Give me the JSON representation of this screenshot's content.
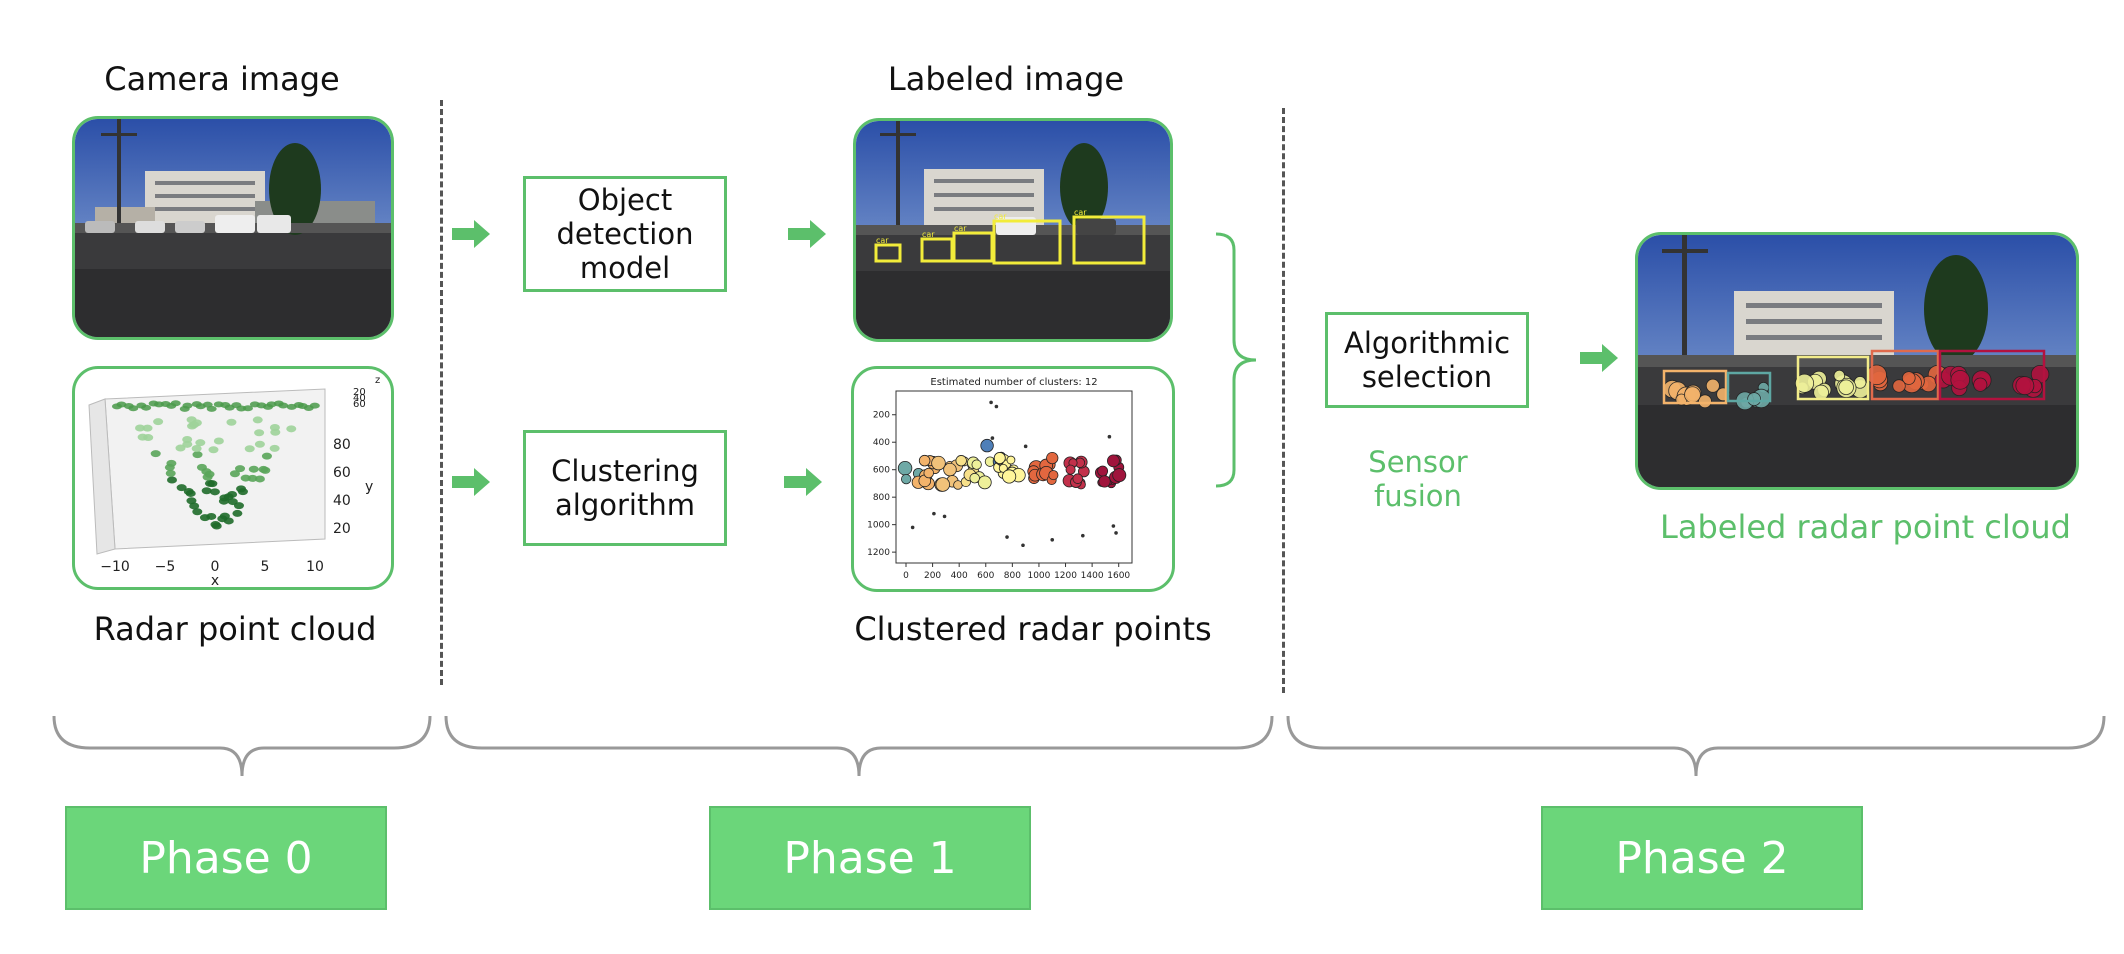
{
  "captions": {
    "camera_image": "Camera image",
    "labeled_image": "Labeled image",
    "radar_point_cloud": "Radar point cloud",
    "clustered_radar_points": "Clustered radar points",
    "labeled_radar_point_cloud": "Labeled radar point cloud",
    "sensor_fusion": "Sensor\nfusion"
  },
  "boxes": {
    "object_detection": "Object\ndetection\nmodel",
    "clustering": "Clustering\nalgorithm",
    "algorithmic_selection": "Algorithmic\nselection"
  },
  "phases": [
    "Phase 0",
    "Phase 1",
    "Phase 2"
  ],
  "radar3d": {
    "x_ticks": [
      "−10",
      "−5",
      "0",
      "5",
      "10"
    ],
    "x_label": "x",
    "y_ticks": [
      "20",
      "40",
      "60",
      "80"
    ],
    "y_label": "y",
    "z_ticks": [
      "20",
      "40",
      "60"
    ],
    "z_label": "z"
  },
  "cluster_plot": {
    "title": "Estimated number of clusters: 12",
    "x_ticks": [
      "0",
      "200",
      "400",
      "600",
      "800",
      "1000",
      "1200",
      "1400",
      "1600"
    ],
    "y_ticks": [
      "200",
      "400",
      "600",
      "800",
      "1000",
      "1200"
    ]
  },
  "detection_label": "car",
  "colors": {
    "accent_green": "#5cbf6b",
    "phase_fill": "#6bd67a",
    "divider": "#555555",
    "brace": "#999999"
  }
}
